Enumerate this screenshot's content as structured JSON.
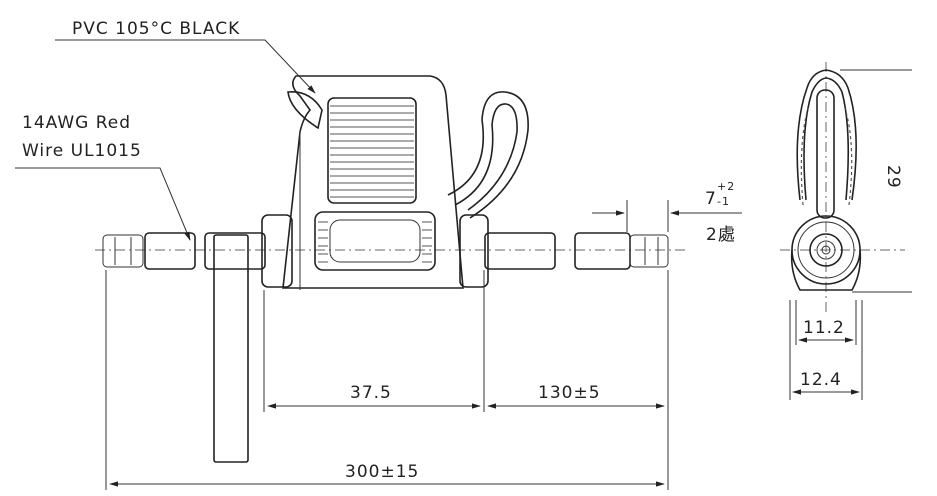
{
  "labels": {
    "pvc": "PVC 105°C BLACK",
    "wire_line1": "14AWG Red",
    "wire_line2": "Wire UL1015"
  },
  "dimensions": {
    "d_37_5": "37.5",
    "d_130": "130±5",
    "d_300": "300±15",
    "d_7": "7",
    "d_7_plus": "+2",
    "d_7_minus": "-1",
    "d_2places": "2處",
    "d_29": "29",
    "d_11_2": "11.2",
    "d_12_4": "12.4"
  }
}
